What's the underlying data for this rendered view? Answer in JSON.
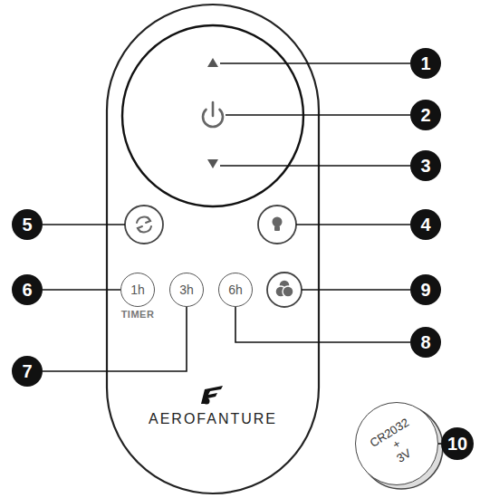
{
  "diagram": {
    "nodes": [
      {
        "text": [
          "1"
        ]
      },
      {
        "text": [
          "2"
        ]
      },
      {
        "text": [
          "3"
        ]
      },
      {
        "text": [
          "5"
        ]
      },
      {
        "text": [
          "4"
        ]
      },
      {
        "text": [
          "6"
        ]
      },
      {
        "text": [
          "1h"
        ]
      },
      {
        "text": [
          "3h"
        ]
      },
      {
        "text": [
          "6h"
        ]
      },
      {
        "text": [
          "9"
        ]
      },
      {
        "text": [
          "8"
        ]
      },
      {
        "text": [
          "7"
        ]
      },
      {
        "text": [
          "CR2032",
          "+",
          "3V"
        ]
      },
      {
        "text": [
          "10"
        ]
      }
    ],
    "edges": [
      {
        "from": 5,
        "to": 6,
        "arrow": "none"
      },
      {
        "from": 11,
        "to": 7,
        "arrow": "none"
      },
      {
        "from": 10,
        "to": 8,
        "arrow": "none"
      },
      {
        "from": 13,
        "to": 12,
        "arrow": "none"
      }
    ],
    "labels": [
      "TIMER",
      "AEROFANTURE"
    ]
  }
}
